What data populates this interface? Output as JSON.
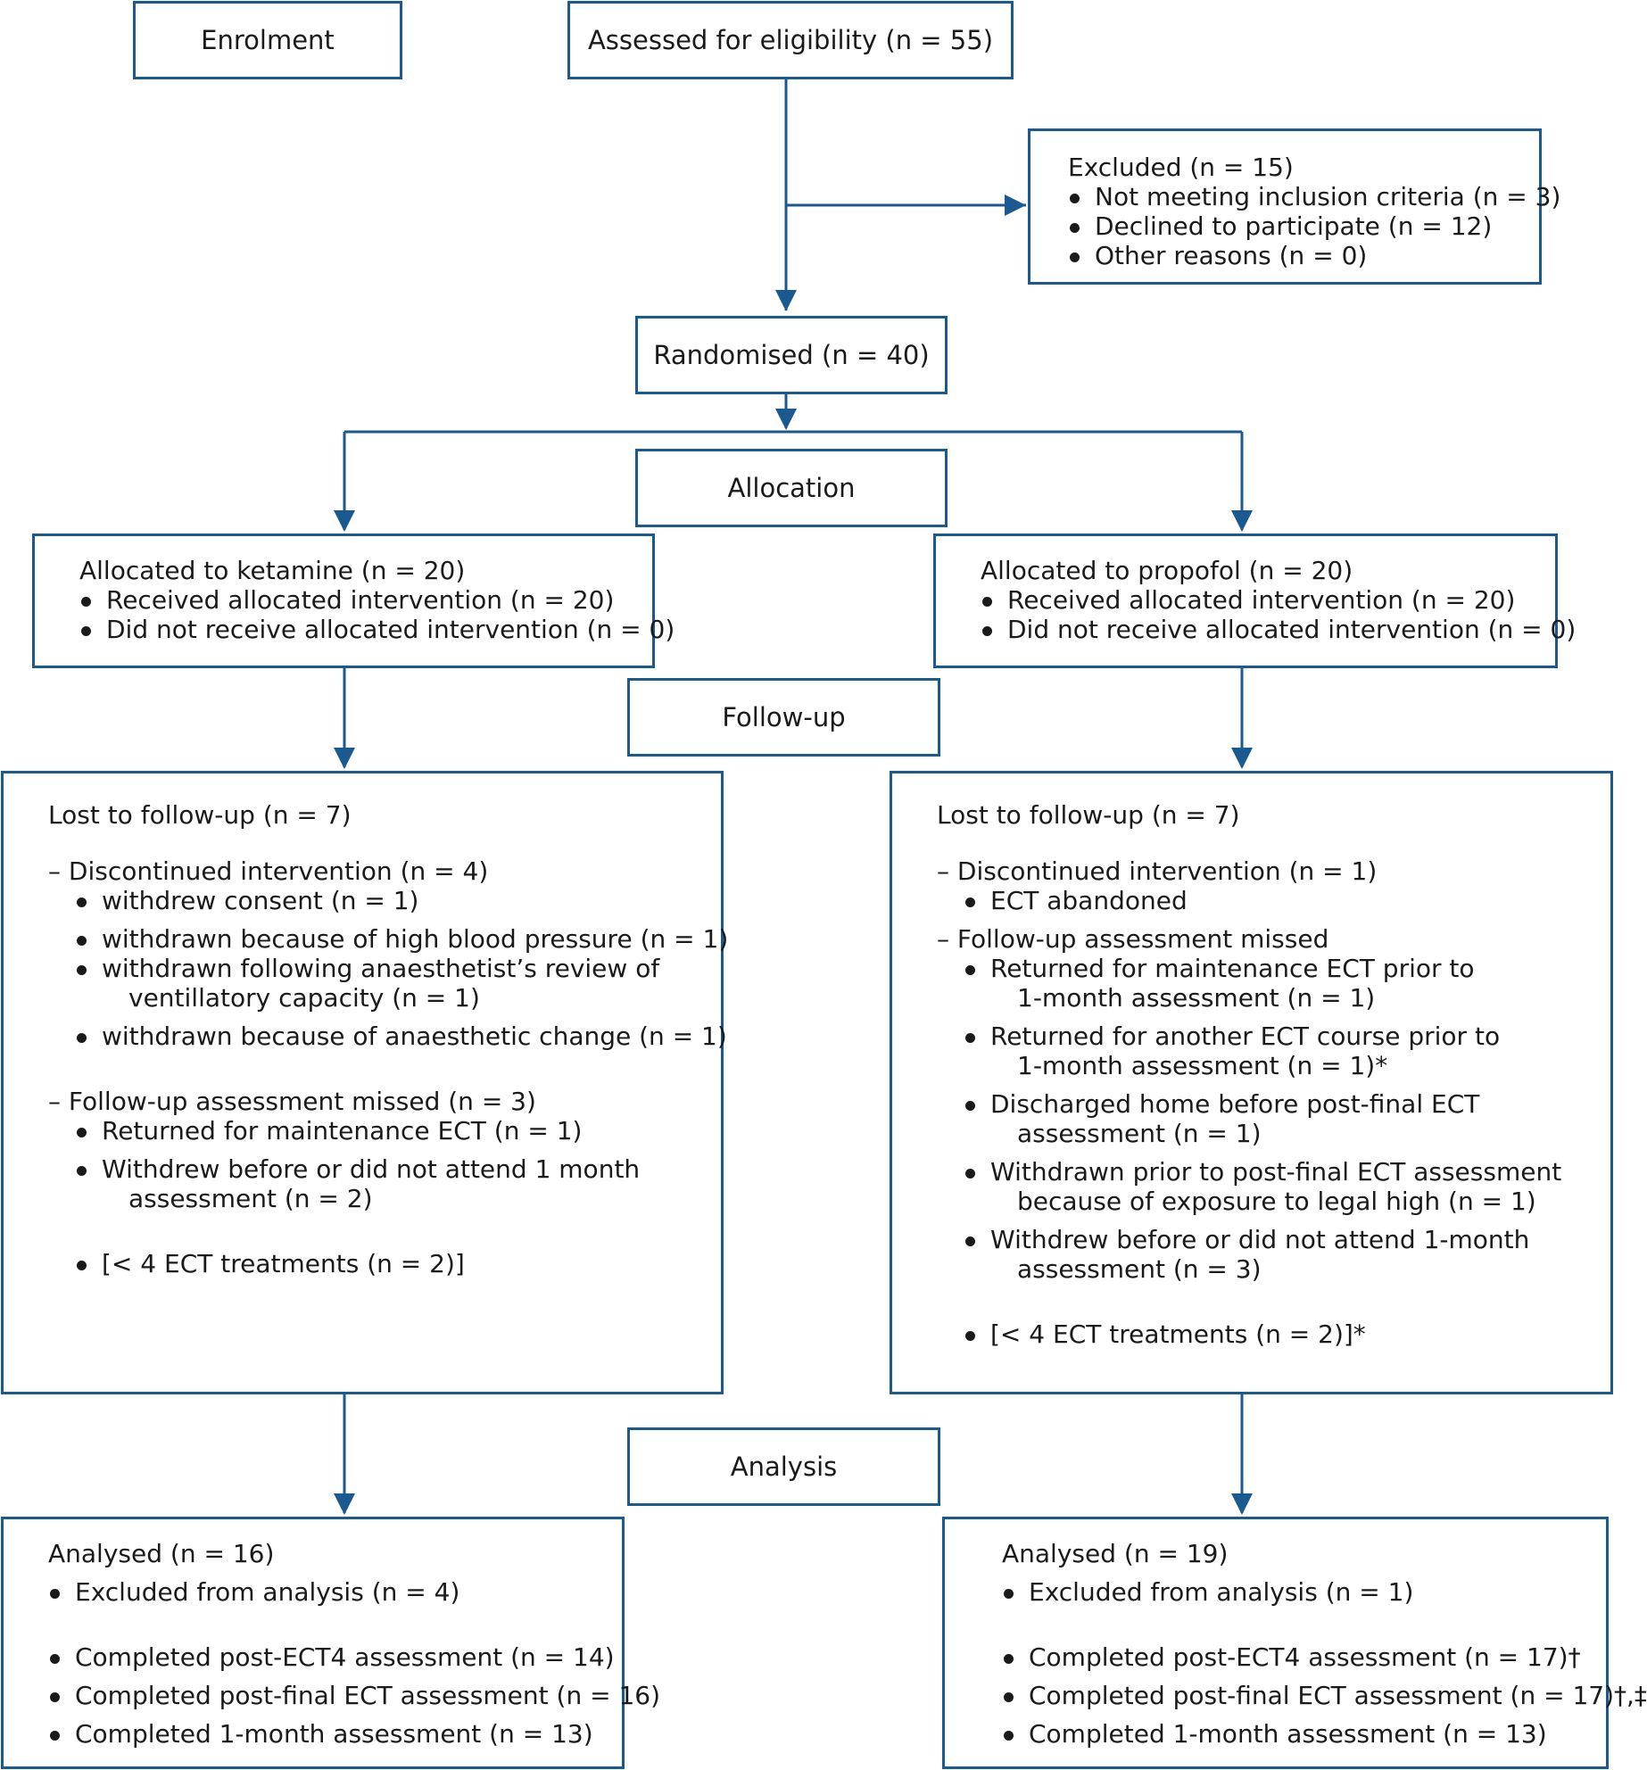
{
  "colors": {
    "border": "#1a5a91",
    "arrow": "#1a5a91",
    "text": "#1a1a1a"
  },
  "labels": {
    "enrolment": "Enrolment",
    "allocation": "Allocation",
    "followup": "Follow-up",
    "analysis": "Analysis"
  },
  "assessed": "Assessed for eligibility (n = 55)",
  "excluded": {
    "title": "Excluded (n = 15)",
    "items": [
      "Not meeting inclusion criteria (n = 3)",
      "Declined to participate (n = 12)",
      "Other reasons (n = 0)"
    ]
  },
  "randomised": "Randomised (n = 40)",
  "ketamine": {
    "title": "Allocated to ketamine (n = 20)",
    "items": [
      "Received allocated intervention (n = 20)",
      "Did not receive allocated intervention (n = 0)"
    ]
  },
  "propofol": {
    "title": "Allocated to propofol (n = 20)",
    "items": [
      "Received allocated intervention (n = 20)",
      "Did not receive allocated intervention (n = 0)"
    ]
  },
  "lost_left": {
    "title": "Lost to follow-up (n = 7)",
    "discontinued": "– Discontinued intervention (n = 4)",
    "disc_items": [
      "withdrew consent (n = 1)",
      "withdrawn because of high blood pressure (n = 1)",
      "withdrawn following anaesthetist’s review of",
      "ventillatory capacity (n = 1)",
      "withdrawn because of anaesthetic change (n = 1)"
    ],
    "missed": "– Follow-up assessment missed (n = 3)",
    "missed_items": [
      "Returned for maintenance ECT (n = 1)",
      "Withdrew before or did not attend 1 month",
      "assessment (n = 2)"
    ],
    "lt4": "[< 4 ECT treatments (n = 2)]"
  },
  "lost_right": {
    "title": "Lost to follow-up (n = 7)",
    "discontinued": "– Discontinued intervention (n = 1)",
    "disc_items": [
      "ECT abandoned"
    ],
    "missed": "– Follow-up assessment missed",
    "missed_items": [
      "Returned for maintenance ECT prior to",
      "1-month assessment (n = 1)",
      "Returned for another ECT course prior to",
      "1-month assessment (n = 1)*",
      "Discharged home before post-final ECT",
      "assessment (n = 1)",
      "Withdrawn prior to post-final ECT assessment",
      "because of exposure to legal high (n = 1)",
      "Withdrew before or did not attend 1-month",
      "assessment (n = 3)"
    ],
    "lt4": "[< 4 ECT treatments (n = 2)]*"
  },
  "analysed_left": {
    "title": "Analysed (n = 16)",
    "excluded": "Excluded from analysis (n = 4)",
    "completed": [
      "Completed post-ECT4 assessment (n = 14)",
      "Completed post-final ECT assessment (n = 16)",
      "Completed 1-month assessment (n = 13)"
    ]
  },
  "analysed_right": {
    "title": "Analysed (n = 19)",
    "excluded": "Excluded from analysis (n = 1)",
    "completed": [
      "Completed post-ECT4 assessment (n = 17)†",
      "Completed post-final ECT assessment (n = 17)†,‡",
      "Completed 1-month assessment (n = 13)"
    ]
  }
}
